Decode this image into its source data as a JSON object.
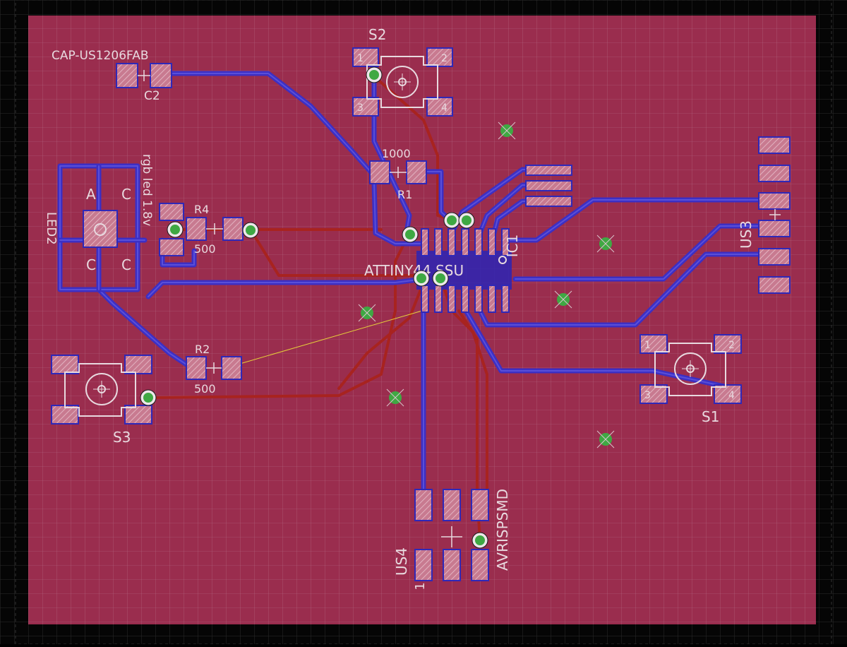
{
  "colors": {
    "background": "#000000",
    "board": "#9a2d4e",
    "grid": "#b36a84",
    "top_trace": "#3c2fc4",
    "bottom_trace": "#a8231f",
    "pad_fill": "#c87a90",
    "pad_stroke": "#2f28b8",
    "silkscreen": "#e8d9df",
    "via_ring": "#eee6ea",
    "via_fill": "#3fa843",
    "ratsnest": "#e6cf3a"
  },
  "labels": {
    "cap_value": "CAP-US1206FAB",
    "c2": "C2",
    "s2": "S2",
    "r1_value": "1000",
    "r1": "R1",
    "r4": "R4",
    "r4_value": "500",
    "led_value": "rgb led 1.8v",
    "led2": "LED2",
    "led_a": "A",
    "led_c1": "C",
    "led_c2": "C",
    "led_c3": "C",
    "ic_value": "ATTINY44 SSU",
    "ic1": "IC1",
    "us3": "US3",
    "r2": "R2",
    "r2_value": "500",
    "s3": "S3",
    "s1": "S1",
    "us4": "US4",
    "us4_pin": "1",
    "avrispsmd": "AVRISPSMD"
  },
  "switch_pin_labels": {
    "s2": [
      "1",
      "2",
      "3",
      "4"
    ],
    "s1": [
      "1",
      "2",
      "3",
      "4"
    ]
  }
}
